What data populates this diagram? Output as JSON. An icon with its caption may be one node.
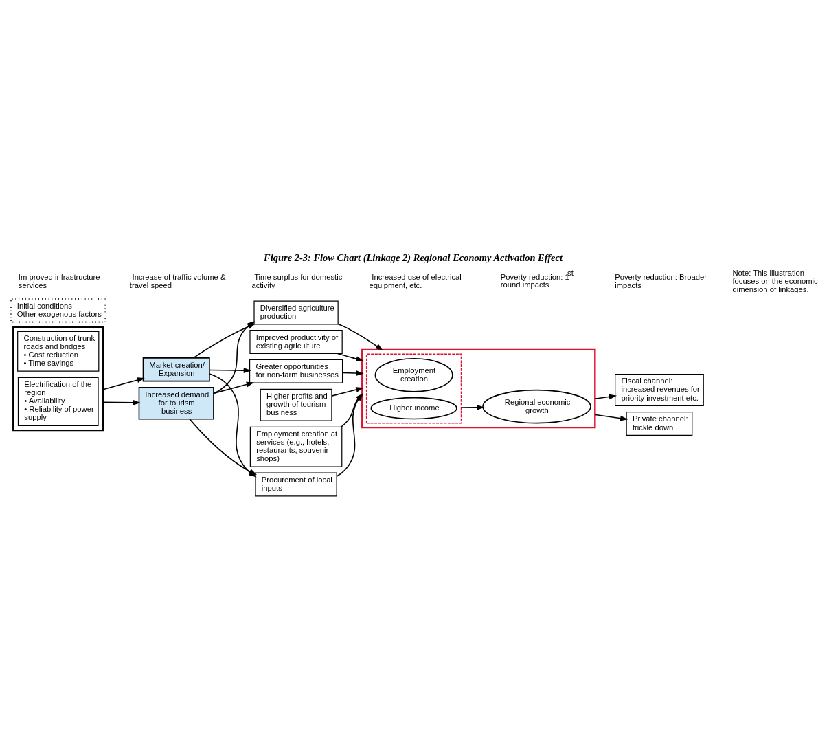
{
  "diagram": {
    "title": "Figure 2-3: Flow Chart (Linkage 2) Regional Economy Activation Effect",
    "nodes": [
      {
        "text": [],
        "shape": "box"
      },
      {
        "text": [
          "Construction of trunk roads and bridges",
          "• Cost reduction",
          "• Time savings"
        ],
        "in": 0
      },
      {
        "text": [
          "Electrification of the region",
          "• Availability",
          "• Reliability of power supply"
        ],
        "in": 0
      },
      {
        "text": [
          "Market creation/ Expansion"
        ]
      },
      {
        "text": [
          "Increased demand for tourism business"
        ]
      },
      {
        "text": [
          "Diversified agriculture production"
        ]
      },
      {
        "text": [
          "Improved productivity of existing agriculture"
        ]
      },
      {
        "text": [
          "Greater opportunities for non-farm businesses"
        ]
      },
      {
        "text": [
          "Higher profits and growth of tourism business"
        ]
      },
      {
        "text": [
          "Employment creation at services (e.g., hotels, restaurants, souvenir shops)"
        ]
      },
      {
        "text": [
          "Procurement of local inputs"
        ]
      },
      {
        "text": [],
        "shape": "box"
      },
      {
        "text": [],
        "shape": "box",
        "in": 11
      },
      {
        "text": [
          "Employment creation"
        ],
        "in": 12
      },
      {
        "text": [
          "Higher income"
        ],
        "in": 12
      },
      {
        "text": [
          "Regional economic growth"
        ],
        "in": 11
      },
      {
        "text": [
          "Fiscal channel:",
          "increased revenues for priority investment etc."
        ]
      },
      {
        "text": [
          "Private channel:",
          "trickle down"
        ]
      },
      {
        "text": [
          "Initial conditions",
          "Other exogenous factors"
        ]
      }
    ],
    "edges": [
      {
        "from": 0,
        "to": 3,
        "arrow": "to"
      },
      {
        "from": 0,
        "to": 4,
        "arrow": "to"
      },
      {
        "from": 3,
        "to": 5,
        "arrow": "to"
      },
      {
        "from": 3,
        "to": 7,
        "arrow": "to"
      },
      {
        "from": 3,
        "to": 10,
        "arrow": "to"
      },
      {
        "from": 4,
        "to": 5,
        "arrow": "to"
      },
      {
        "from": 4,
        "to": 7,
        "arrow": "to"
      },
      {
        "from": 4,
        "to": 10,
        "arrow": "to"
      },
      {
        "from": 5,
        "to": 11,
        "arrow": "to"
      },
      {
        "from": 6,
        "to": 11,
        "arrow": "to"
      },
      {
        "from": 7,
        "to": 11,
        "arrow": "to"
      },
      {
        "from": 8,
        "to": 11,
        "arrow": "to"
      },
      {
        "from": 9,
        "to": 11,
        "arrow": "to"
      },
      {
        "from": 10,
        "to": 11,
        "arrow": "to"
      },
      {
        "from": 12,
        "to": 15,
        "arrow": "to"
      },
      {
        "from": 11,
        "to": 16,
        "arrow": "to"
      },
      {
        "from": 11,
        "to": 17,
        "arrow": "to"
      }
    ],
    "labels": [
      "Im proved infrastructure services",
      "-Increase of traffic volume & travel speed",
      "-Time surplus for domestic activity",
      "-Increased use of electrical equipment, etc.",
      "Poverty reduction: 1$^{st}$ round impacts",
      "Poverty reduction: Broader impacts",
      "Note: This illustration focuses on the economic dimension of linkages."
    ]
  }
}
